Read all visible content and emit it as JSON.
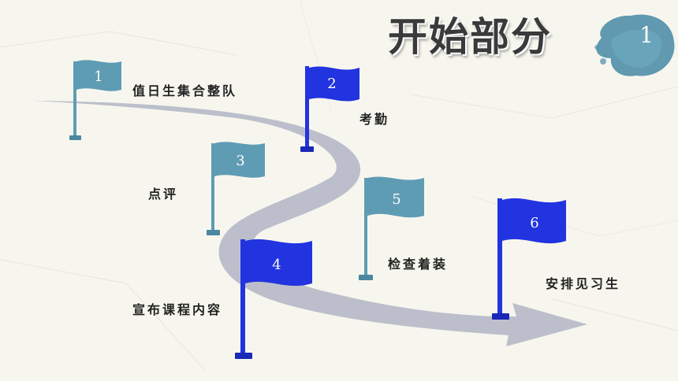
{
  "title": "开始部分",
  "section_number": "1",
  "colors": {
    "flag_light": "#5e9cb4",
    "flag_dark": "#2233e0",
    "road": "#b8bcc8",
    "paper": "#f7f6ee"
  },
  "steps": [
    {
      "num": "1",
      "label": "值日生集合整队",
      "style": "light"
    },
    {
      "num": "2",
      "label": "考勤",
      "style": "dark"
    },
    {
      "num": "3",
      "label": "点评",
      "style": "light"
    },
    {
      "num": "4",
      "label": "宣布课程内容",
      "style": "dark"
    },
    {
      "num": "5",
      "label": "检查着装",
      "style": "light"
    },
    {
      "num": "6",
      "label": "安排见习生",
      "style": "dark"
    }
  ]
}
